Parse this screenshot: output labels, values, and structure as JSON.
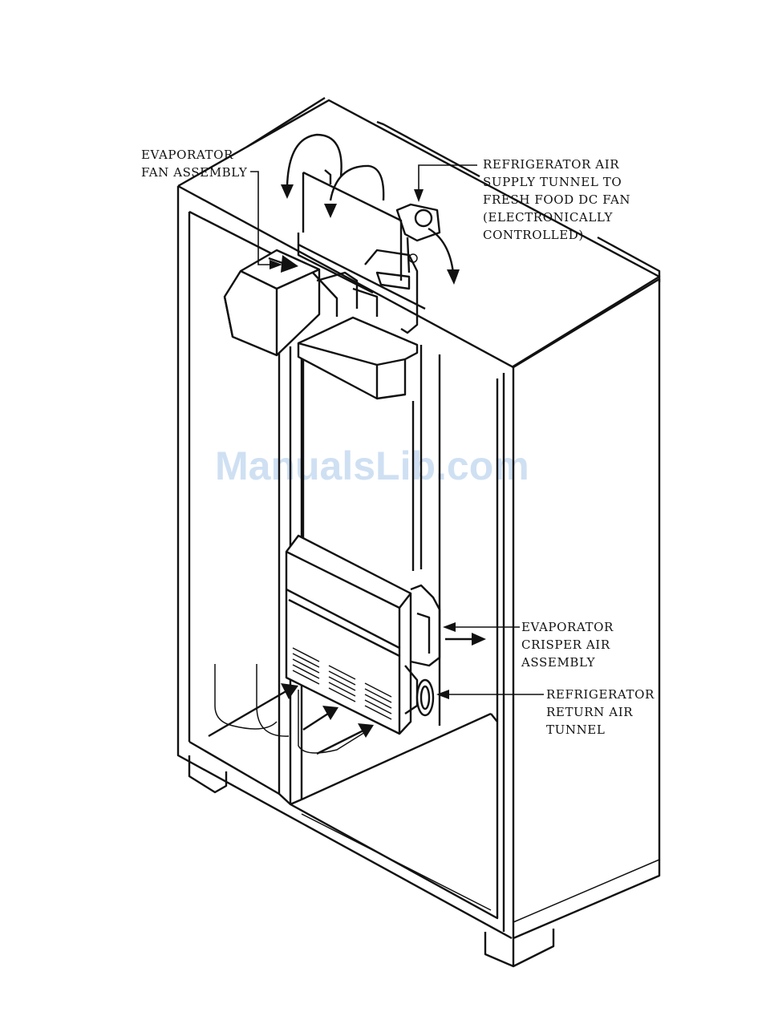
{
  "watermark": "ManualsLib.com",
  "labels": {
    "evaporator_fan": [
      "EVAPORATOR",
      "FAN ASSEMBLY"
    ],
    "air_supply_tunnel": [
      "REFRIGERATOR AIR",
      "SUPPLY TUNNEL TO",
      "FRESH FOOD DC FAN",
      "(ELECTRONICALLY",
      "CONTROLLED)"
    ],
    "crisper_air": [
      "EVAPORATOR",
      "CRISPER AIR",
      "ASSEMBLY"
    ],
    "return_air_tunnel": [
      "REFRIGERATOR",
      "RETURN AIR",
      "TUNNEL"
    ]
  }
}
